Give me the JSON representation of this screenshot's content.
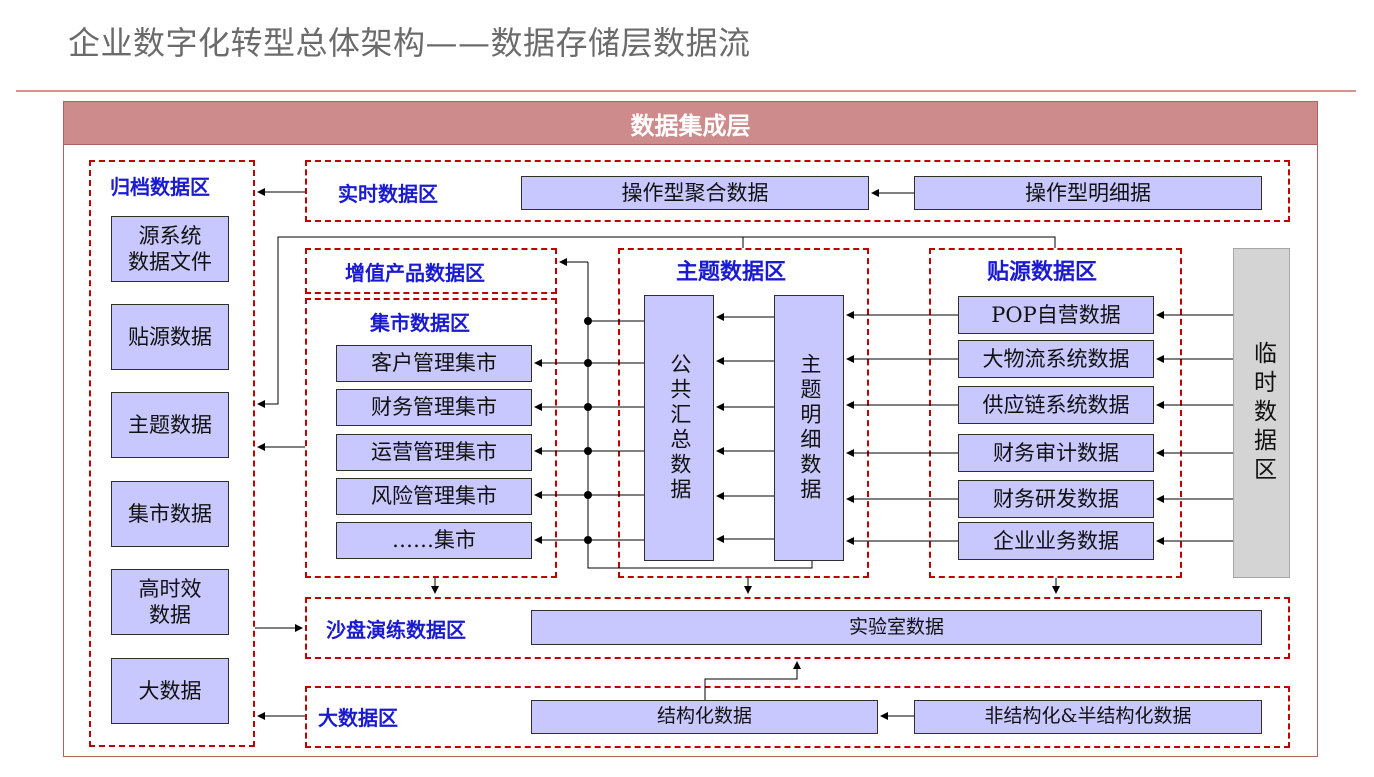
{
  "title": "企业数字化转型总体架构——数据存储层数据流",
  "layer_title": "数据集成层",
  "archive": {
    "title": "归档数据区",
    "items": [
      "源系统\n数据文件",
      "贴源数据",
      "主题数据",
      "集市数据",
      "高时效\n数据",
      "大数据"
    ]
  },
  "realtime": {
    "title": "实时数据区",
    "aggregate": "操作型聚合数据",
    "detail": "操作型明细据"
  },
  "value_added": {
    "title": "增值产品数据区"
  },
  "mart": {
    "title": "集市数据区",
    "items": [
      "客户管理集市",
      "财务管理集市",
      "运营管理集市",
      "风险管理集市",
      "……集市"
    ]
  },
  "subject": {
    "title": "主题数据区",
    "summary": "公共汇总数据",
    "detail": "主题明细数据"
  },
  "source": {
    "title": "贴源数据区",
    "items": [
      "POP自营数据",
      "大物流系统数据",
      "供应链系统数据",
      "财务审计数据",
      "财务研发数据",
      "企业业务数据"
    ]
  },
  "temp": {
    "label": "临时数据区"
  },
  "sandbox": {
    "title": "沙盘演练数据区",
    "lab": "实验室数据"
  },
  "bigdata": {
    "title": "大数据区",
    "structured": "结构化数据",
    "unstructured": "非结构化&半结构化数据"
  }
}
